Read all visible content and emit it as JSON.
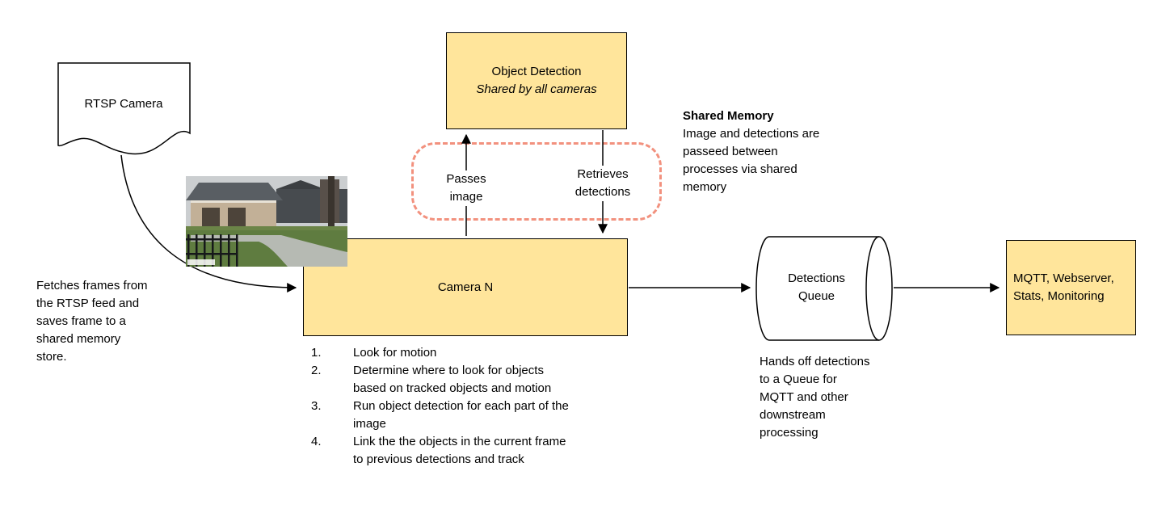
{
  "diagram": {
    "rtsp": {
      "label": "RTSP Camera"
    },
    "fetch_note": "Fetches frames from\nthe RTSP feed and\nsaves frame to a\nshared memory\nstore.",
    "object_detection": {
      "title": "Object Detection",
      "subtitle": "Shared by all cameras"
    },
    "edge_labels": {
      "passes_image": "Passes\nimage",
      "retrieves_detections": "Retrieves\ndetections"
    },
    "shared_memory_note": {
      "title": "Shared Memory",
      "body": "Image and detections are\npasseed between\nprocesses via shared\nmemory"
    },
    "camera_n": {
      "label": "Camera N",
      "steps": [
        "Look for motion",
        "Determine where to look for objects\nbased on tracked objects and motion",
        "Run object detection for each part of the\nimage",
        "Link the the objects in the current frame\nto previous detections and track"
      ]
    },
    "detections_queue": {
      "label": "Detections\nQueue",
      "note": "Hands off detections\nto a Queue for\nMQTT and other\ndownstream\nprocessing"
    },
    "mqtt": {
      "label": "MQTT, Webserver,\nStats, Monitoring"
    }
  },
  "colors": {
    "node_fill": "#ffe59b",
    "node_border": "#000000",
    "shared_memory_dashed": "#f2917e",
    "arrow": "#000000"
  }
}
